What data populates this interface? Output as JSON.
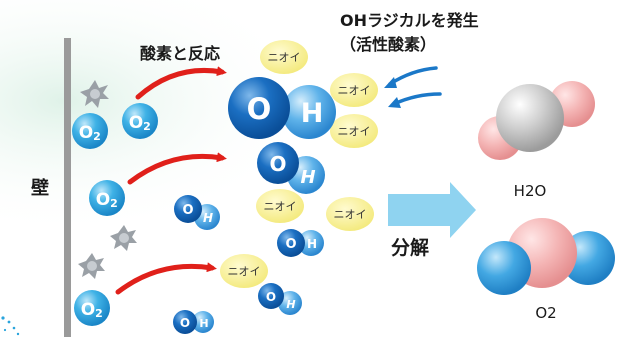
{
  "labels": {
    "wall": "壁",
    "reaction_with_oxygen": "酸素と反応",
    "oh_generation_line1": "OHラジカルを発生",
    "oh_generation_line2": "（活性酸素）",
    "decompose": "分解",
    "water": "H2O",
    "oxygen_product": "O2"
  },
  "molecules": {
    "o2_main": "O",
    "o2_sub": "2",
    "o_atom": "O",
    "h_atom": "H"
  },
  "odor": {
    "text": "ニオイ"
  },
  "colors": {
    "o2_blue": "#2aa4dc",
    "oh_o_blue": "#0b63b6",
    "h_light_blue": "#2e8fd6",
    "odor_yellow": "#f7ef8a",
    "arrow_red": "#e0201a",
    "arrow_blue": "#1b78c8",
    "process_arrow": "#8fd3f0",
    "wall_gray": "#9a9a9a",
    "water_gray": "#b9b9b9",
    "water_pink": "#f3b3b3",
    "bg_mint": "#e8f5ef"
  }
}
